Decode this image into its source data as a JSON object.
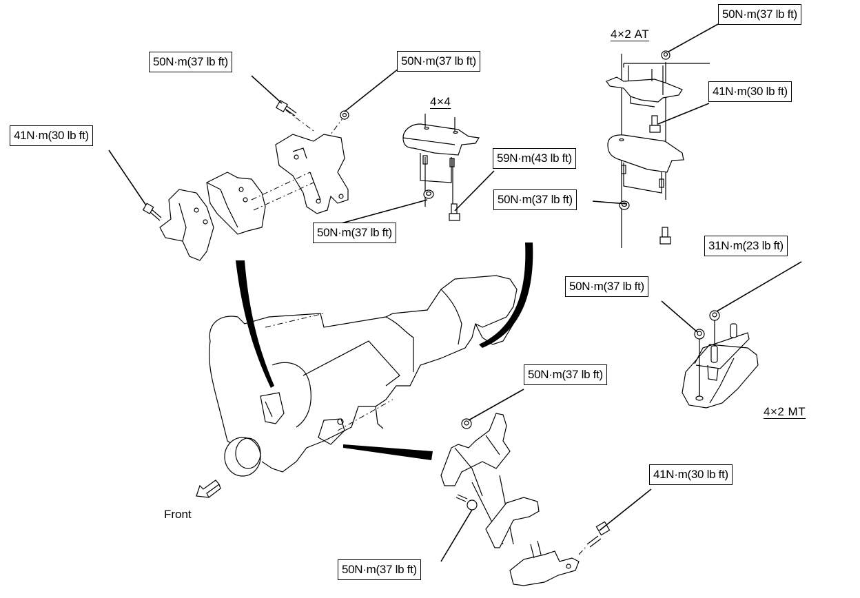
{
  "diagram": {
    "title": "Engine and transmission mount torque specifications",
    "variants": {
      "four_by_four": "4×4",
      "four_by_two_at": "4×2 AT",
      "four_by_two_mt": "4×2 MT"
    },
    "orientation": {
      "label": "Front",
      "icon": "front-arrow-icon"
    },
    "torque_labels": [
      {
        "id": "left-mount-bolt",
        "text": "50N·m(37 lb ft)"
      },
      {
        "id": "left-mount-nut",
        "text": "50N·m(37 lb ft)"
      },
      {
        "id": "left-insulator-bolt",
        "text": "41N·m(30 lb ft)"
      },
      {
        "id": "4x4-nut",
        "text": "50N·m(37 lb ft)"
      },
      {
        "id": "4x4-bolt",
        "text": "59N·m(43 lb ft)"
      },
      {
        "id": "4x2at-top-nut",
        "text": "50N·m(37 lb ft)"
      },
      {
        "id": "4x2at-bolt",
        "text": "41N·m(30 lb ft)"
      },
      {
        "id": "4x2at-nut",
        "text": "50N·m(37 lb ft)"
      },
      {
        "id": "4x2mt-stud-nut",
        "text": "31N·m(23 lb ft)"
      },
      {
        "id": "4x2mt-nut",
        "text": "50N·m(37 lb ft)"
      },
      {
        "id": "right-mount-nut",
        "text": "50N·m(37 lb ft)"
      },
      {
        "id": "right-insulator-bolt",
        "text": "41N·m(30 lb ft)"
      },
      {
        "id": "right-mount-bolt",
        "text": "50N·m(37 lb ft)"
      }
    ]
  }
}
